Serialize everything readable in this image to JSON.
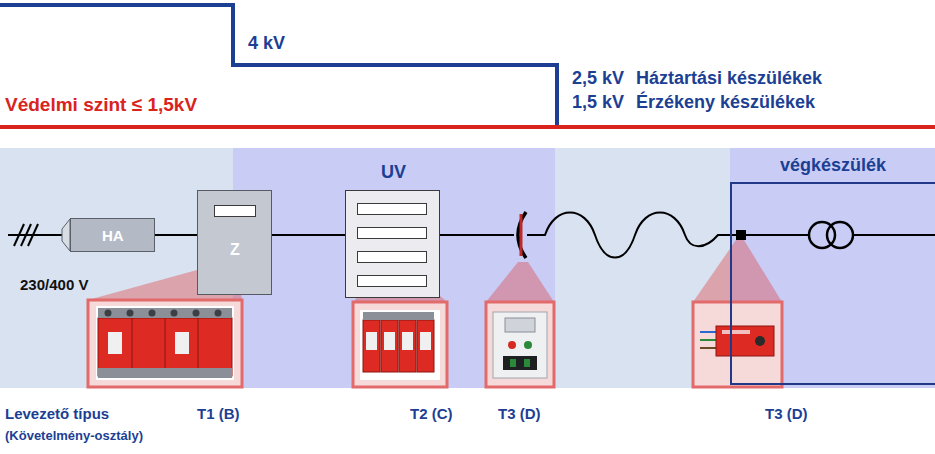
{
  "diagram": {
    "nodes": [
      {
        "text": [
          "HA"
        ]
      },
      {
        "text": [
          "Z"
        ]
      },
      {
        "text": [
          "UV"
        ]
      },
      {
        "text": [
          "végkészülék"
        ]
      }
    ],
    "edges": [
      {
        "from": 0,
        "to": 1,
        "arrow": "none"
      },
      {
        "from": 1,
        "to": 2,
        "arrow": "none"
      }
    ],
    "labels": [
      "Védelmi szint ≤ 1,5kV",
      "4 kV",
      "2,5 kV",
      "Háztartási készülékek",
      "1,5 kV",
      "Érzékeny készülékek",
      "230/400 V",
      "Levezető típus",
      "T1 (B)",
      "(Követelmény-osztály)",
      "T2 (C)",
      "T3 (D)",
      "T3 (D)"
    ]
  }
}
